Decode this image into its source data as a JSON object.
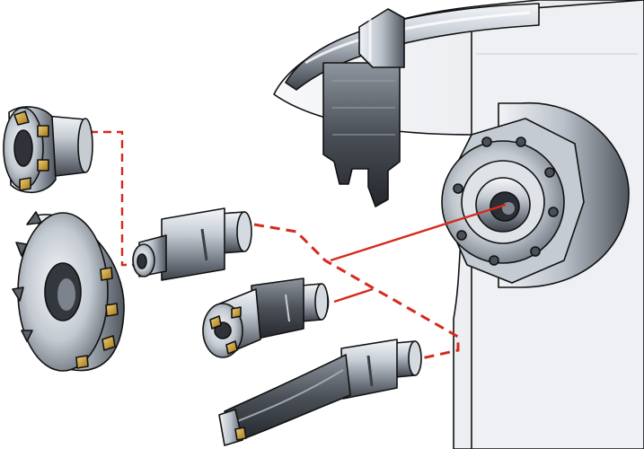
{
  "colors": {
    "connector": "#d52b1e",
    "steel_light": "#e6eaf0",
    "steel_mid": "#a9b0ba",
    "steel_dark": "#4e535b",
    "insert_gold": "#c99a2e",
    "background": "#ffffff"
  },
  "components": [
    {
      "id": "machine-spindle",
      "icon": "spindle-face-icon"
    },
    {
      "id": "tool-changer-gripper",
      "icon": "gripper-arm-icon"
    },
    {
      "id": "coupling-adapter",
      "icon": "adapter-icon"
    },
    {
      "id": "face-mill-cutter",
      "icon": "face-mill-icon"
    },
    {
      "id": "side-milling-cutter",
      "icon": "disc-cutter-icon"
    },
    {
      "id": "end-mill-holder",
      "icon": "end-mill-icon"
    },
    {
      "id": "indexable-drill",
      "icon": "drill-icon"
    }
  ],
  "connections": [
    {
      "from": "machine-spindle",
      "to": "coupling-adapter",
      "style": "solid"
    },
    {
      "from": "face-mill-cutter",
      "to": "coupling-adapter",
      "style": "dashed"
    },
    {
      "from": "machine-spindle",
      "to": "end-mill-holder",
      "style": "solid"
    },
    {
      "from": "coupling-adapter",
      "to": "indexable-drill",
      "style": "dashed"
    }
  ]
}
